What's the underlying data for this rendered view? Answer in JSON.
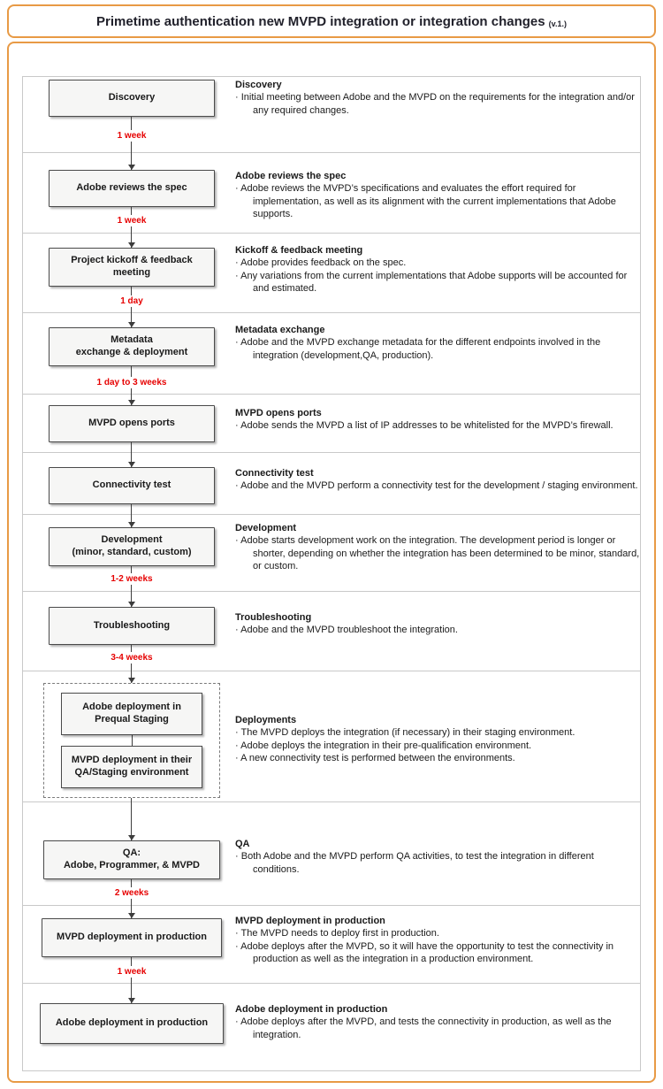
{
  "title": {
    "text": "Primetime authentication new MVPD integration or integration changes",
    "version": "(v.1.)"
  },
  "colors": {
    "accent_orange": "#E89A45",
    "duration_red": "#E60000",
    "title_text": "#21212B"
  },
  "steps": [
    {
      "label": "Discovery",
      "duration_after": "1 week",
      "desc_title": "Discovery",
      "bullets": [
        "Initial meeting between Adobe and the MVPD on the requirements for the integration and/or any required changes."
      ]
    },
    {
      "label": "Adobe reviews the spec",
      "duration_after": "1 week",
      "desc_title": "Adobe reviews the spec",
      "bullets": [
        "Adobe reviews the MVPD’s specifications and evaluates the effort required for implementation, as well as its alignment with the current implementations that Adobe supports."
      ]
    },
    {
      "label": "Project kickoff & feedback\nmeeting",
      "duration_after": "1 day",
      "desc_title": "Kickoff & feedback meeting",
      "bullets": [
        "Adobe provides feedback on the spec.",
        "Any variations from the current implementations that Adobe supports will be accounted for and estimated."
      ]
    },
    {
      "label": "Metadata\nexchange & deployment",
      "duration_after": "1 day to 3 weeks",
      "desc_title": "Metadata exchange",
      "bullets": [
        "Adobe and the MVPD exchange metadata for the different endpoints involved in the integration (development,QA, production)."
      ]
    },
    {
      "label": "MVPD opens ports",
      "desc_title": "MVPD opens ports",
      "bullets": [
        "Adobe sends the MVPD a list of IP addresses to be whitelisted for the MVPD’s firewall."
      ]
    },
    {
      "label": "Connectivity test",
      "desc_title": "Connectivity test",
      "bullets": [
        "Adobe and the MVPD perform a connectivity test for the development / staging environment."
      ]
    },
    {
      "label": "Development\n(minor, standard, custom)",
      "duration_after": "1-2 weeks",
      "desc_title": "Development",
      "bullets": [
        "Adobe starts development work on the integration. The development period is longer or shorter, depending on whether the integration has been determined to be minor, standard, or custom."
      ]
    },
    {
      "label": "Troubleshooting",
      "duration_after": "3-4 weeks",
      "desc_title": "Troubleshooting",
      "bullets": [
        "Adobe and the MVPD troubleshoot the integration."
      ]
    },
    {
      "group_labels": [
        "Adobe deployment in\nPrequal Staging",
        "MVPD deployment in their\nQA/Staging environment"
      ],
      "desc_title": "Deployments",
      "bullets": [
        "The MVPD deploys the integration (if necessary) in their staging environment.",
        "Adobe deploys the integration in their pre-qualification environment.",
        "A new connectivity test is performed between the environments."
      ]
    },
    {
      "label": "QA:\nAdobe, Programmer, & MVPD",
      "duration_after": "2 weeks",
      "desc_title": "QA",
      "bullets": [
        "Both Adobe and the MVPD perform QA activities, to test the integration in different conditions."
      ]
    },
    {
      "label": "MVPD deployment in production",
      "duration_after": "1 week",
      "desc_title": "MVPD deployment in production",
      "bullets": [
        "The MVPD needs to deploy first in production.",
        "Adobe deploys after the MVPD, so it will have the opportunity to test the connectivity in production as well as the integration in a production environment."
      ]
    },
    {
      "label": "Adobe deployment in production",
      "desc_title": "Adobe deployment in production",
      "bullets": [
        "Adobe deploys after the MVPD, and tests the connectivity in production, as well as the integration."
      ]
    }
  ]
}
